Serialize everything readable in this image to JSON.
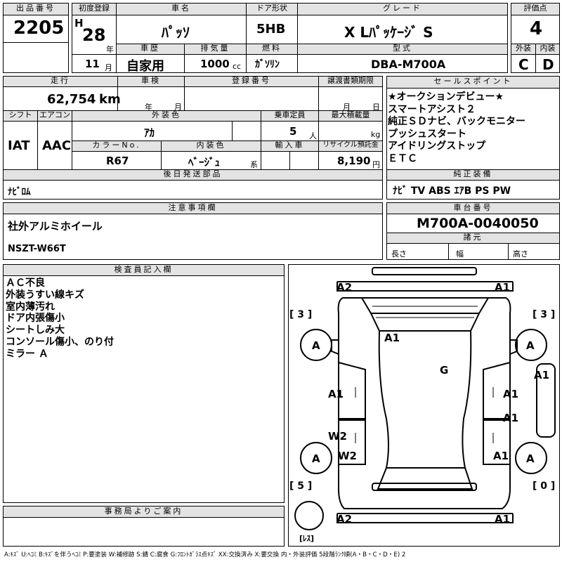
{
  "header": {
    "lot_label": "出品番号",
    "lot_no": "2205",
    "reg_label": "初度登録",
    "era": "H",
    "year_no": "28",
    "year_unit": "年",
    "month_no": "11",
    "month_unit": "月",
    "car_name_label": "車名",
    "car_name": "ﾊﾟｯｿ",
    "door_label": "ドア形状",
    "door": "5HB",
    "grade_label": "グレード",
    "grade": "X Lﾊﾟｯｹｰｼﾞ S",
    "score_label": "評価点",
    "score": "4",
    "history_label": "車歴",
    "history": "自家用",
    "displacement_label": "排気量",
    "displacement": "1000",
    "displacement_unit": "cc",
    "fuel_label": "燃料",
    "fuel": "ｶﾞｿﾘﾝ",
    "model_label": "型式",
    "model": "DBA-M700A",
    "exterior_label": "外装",
    "exterior": "C",
    "interior_label": "内装",
    "interior": "D"
  },
  "row2": {
    "mileage_label": "走行",
    "mileage": "62,754",
    "mileage_unit": "km",
    "inspection_label": "車検",
    "insp_year_unit": "年",
    "insp_month_unit": "月",
    "regno_label": "登録番号",
    "transfer_label": "譲渡書類期限",
    "transfer_month_unit": "月",
    "transfer_day_unit": "日",
    "shift_label": "シフト",
    "shift": "IAT",
    "ac_label": "エアコン",
    "ac": "AAC",
    "color_label": "外装色",
    "color": "ｱｶ",
    "capacity_label": "乗車定員",
    "capacity": "5",
    "capacity_unit": "人",
    "load_label": "最大積載量",
    "load_unit": "kg",
    "colorno_label": "カラーNo.",
    "colorno": "R67",
    "intcolor_label": "内装色",
    "intcolor": "ﾍﾞｰｼﾞｭ",
    "intcolor_unit": "系",
    "import_label": "輸入車",
    "recycle_label": "リサイクル預託金",
    "recycle": "8,190",
    "recycle_unit": "円",
    "later_label": "後日発送部品",
    "later": "ﾅﾋﾞﾛﾑ"
  },
  "sales": {
    "label": "セールスポイント",
    "items": [
      "★オークションデビュー★",
      "スマートアシスト２",
      "純正ＳＤナビ、バックモニター",
      "プッシュスタート",
      "アイドリングストップ",
      "ＥＴＣ"
    ]
  },
  "equip": {
    "label": "純正装備",
    "value": "ﾅﾋﾞ TV ABS ｴｱB PS PW"
  },
  "notes": {
    "label": "注意事項欄",
    "line1": "社外アルミホイール",
    "line2": "NSZT-W66T"
  },
  "chassis": {
    "label": "車台番号",
    "value": "M700A-0040050",
    "spec_label": "諸元",
    "len_label": "長さ",
    "width_label": "幅",
    "height_label": "高さ"
  },
  "inspector": {
    "label": "検査員記入欄",
    "items": [
      "ＡＣ不良",
      "外装うすい線キズ",
      "室内薄汚れ",
      "ドア内張傷小",
      "シートしみ大",
      "コンソール傷小、のり付",
      "ミラー Ａ"
    ]
  },
  "office": {
    "label": "事務局よりご案内"
  },
  "diagram": {
    "marks": [
      "A2",
      "A1",
      "A1",
      "A",
      "A",
      "G",
      "A1",
      "A1",
      "A1",
      "A1",
      "W2",
      "W2",
      "A",
      "A",
      "A1",
      "A1",
      "A2",
      "A1"
    ],
    "tread_fl": "[ 3 ]",
    "tread_fr": "[ 3 ]",
    "tread_rl": "[ 5 ]",
    "tread_rr": "[ 0 ]",
    "spare": "[ﾚｽ]"
  },
  "legend": "A:ｷｽﾞ U:ﾍｺﾐ B:ｷｽﾞを伴うﾍｺﾐ P:要塗装 W:補修跡 S:錆 C:腐食 G:ﾌﾛﾝﾄｶﾞﾗｽ点ｷｽﾞ XX:交換済み X:要交換 内・外装評価 5段階ﾗﾝｸ順(A・B・C・D・E) 2"
}
